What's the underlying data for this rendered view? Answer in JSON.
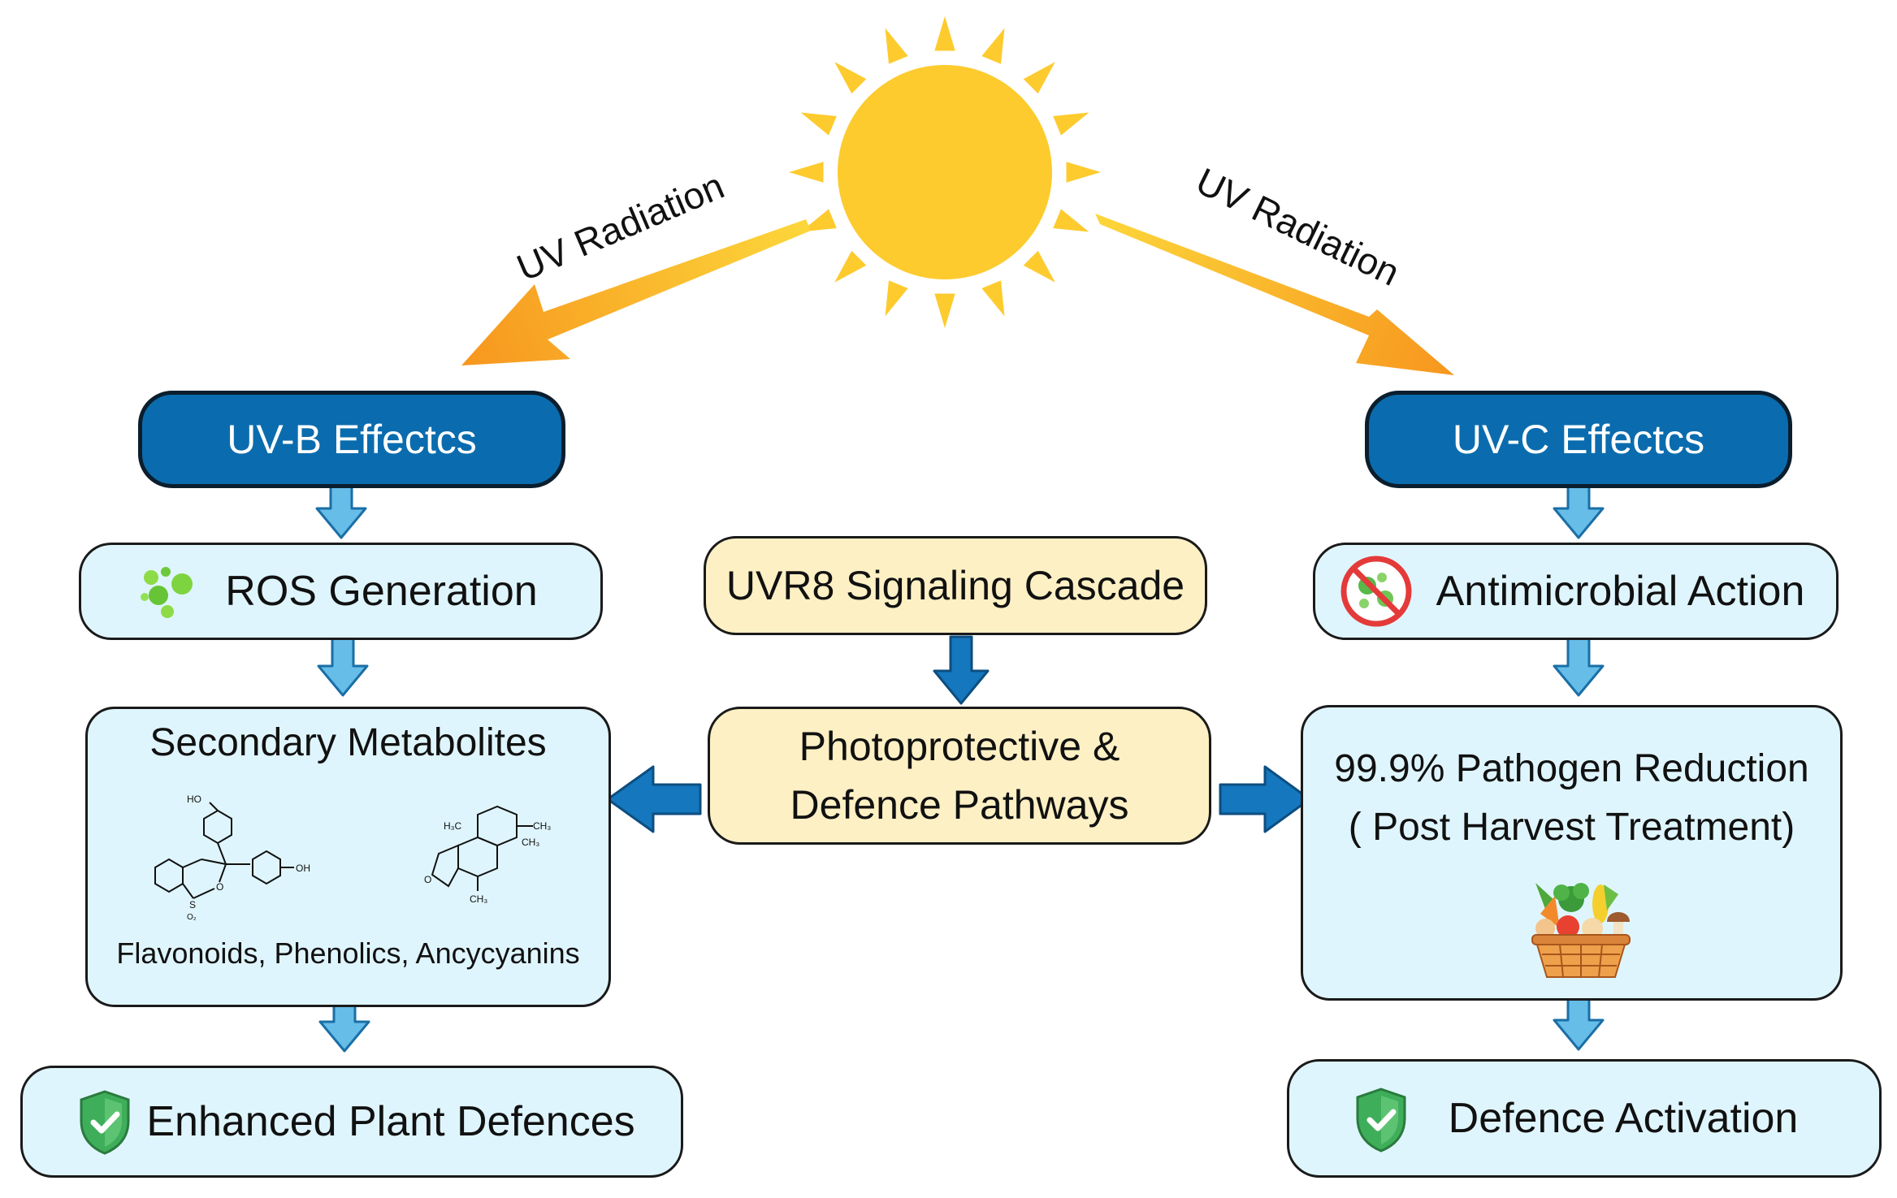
{
  "radiation": {
    "left_label": "UV Radiation",
    "right_label": "UV Radiation"
  },
  "left": {
    "header": "UV-B Effectcs",
    "ros": "ROS Generation",
    "metabolites_title": "Secondary Metabolites",
    "metabolites_caption": "Flavonoids, Phenolics, Ancycyanins",
    "defences": "Enhanced Plant Defences"
  },
  "center": {
    "signaling": "UVR8 Signaling Cascade",
    "pathways_line1": "Photoprotective &",
    "pathways_line2": "Defence Pathways"
  },
  "right": {
    "header": "UV-C Effectcs",
    "antimicrobial": "Antimicrobial Action",
    "reduction_line1": "99.9% Pathogen Reduction",
    "reduction_line2": "( Post Harvest Treatment)",
    "activation": "Defence Activation"
  },
  "molecules": {
    "m1": {
      "oh_top": "HO",
      "oh_right": "OH",
      "ring_o": "O",
      "sulfur": "S",
      "o2": "O₂"
    },
    "m2": {
      "h3c": "H₃C",
      "ch3_a": "CH₃",
      "ch3_b": "CH₃",
      "ch3_bottom": "CH₃",
      "o": "O"
    }
  },
  "colors": {
    "sun": "#fdcb2e",
    "ray": "#fdcb2e",
    "arrow_gradient_start": "#fcd63a",
    "arrow_gradient_end": "#f7961e",
    "header_fill": "#0a6cae",
    "light_fill": "#dff5fd",
    "cream_fill": "#fdf0c4",
    "flow_arrow": "#66bde8",
    "side_arrow": "#1577bd"
  }
}
